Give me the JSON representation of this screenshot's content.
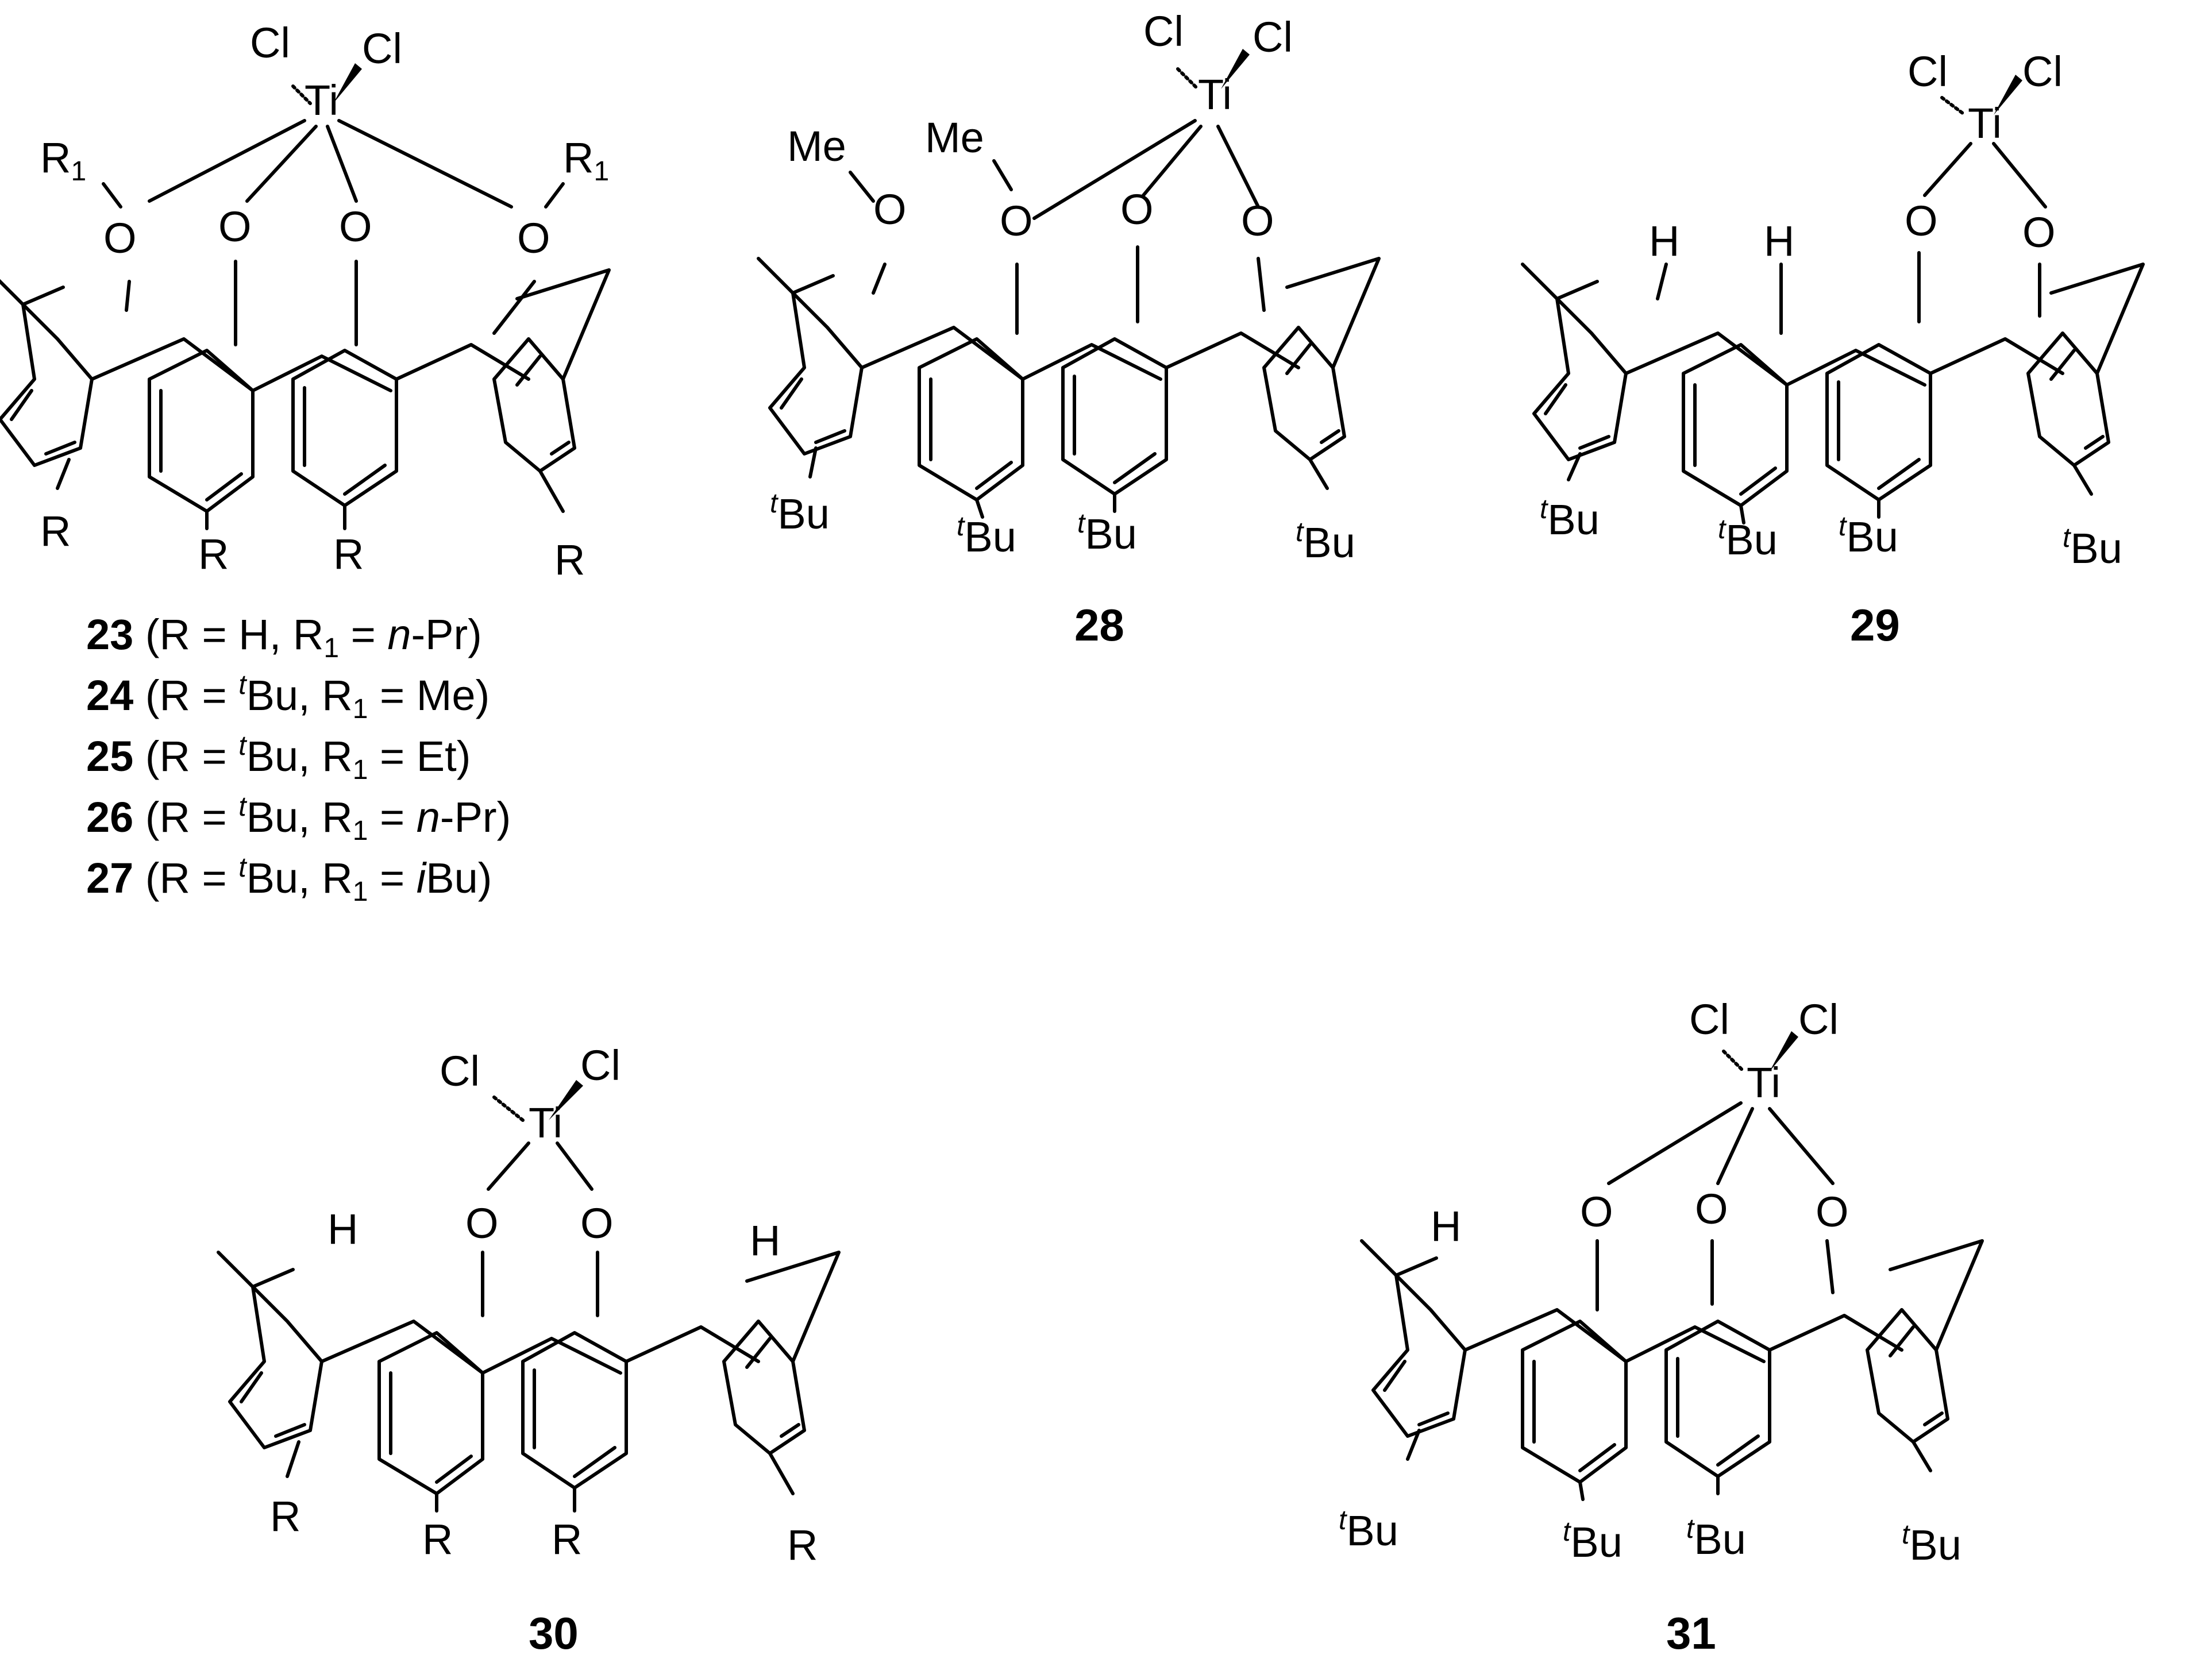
{
  "compounds": [
    {
      "id": "23-27",
      "top_atoms": {
        "metal": "Ti",
        "ligand_left": "Cl",
        "ligand_right": "Cl"
      },
      "upper_subst": {
        "left": "R",
        "right": "R"
      },
      "lower_subst": [
        "R",
        "R",
        "R",
        "R"
      ],
      "captions": [
        {
          "num": "23",
          "r": "H",
          "r_sup": "",
          "r1": "n",
          "r1_rest": "-Pr",
          "r1_italic": true
        },
        {
          "num": "24",
          "r": "Bu",
          "r_sup": "t",
          "r1": "",
          "r1_rest": "Me",
          "r1_italic": false
        },
        {
          "num": "25",
          "r": "Bu",
          "r_sup": "t",
          "r1": "",
          "r1_rest": "Et",
          "r1_italic": false
        },
        {
          "num": "26",
          "r": "Bu",
          "r_sup": "t",
          "r1": "n",
          "r1_rest": "-Pr",
          "r1_italic": true
        },
        {
          "num": "27",
          "r": "Bu",
          "r_sup": "t",
          "r1": "i",
          "r1_rest": "Bu",
          "r1_italic": true
        }
      ],
      "r1_label": "R",
      "r1_sub": "1",
      "oxygen": "O"
    },
    {
      "id": "28",
      "label": "28",
      "methyl": "Me",
      "tbu_sup": "t",
      "tbu": "Bu"
    },
    {
      "id": "29",
      "label": "29",
      "hydrogen": "H"
    },
    {
      "id": "30",
      "label": "30"
    },
    {
      "id": "31",
      "label": "31"
    }
  ],
  "caption_words": {
    "open": "(R = ",
    "mid": ", R",
    "eq": " = ",
    "close": ")"
  }
}
